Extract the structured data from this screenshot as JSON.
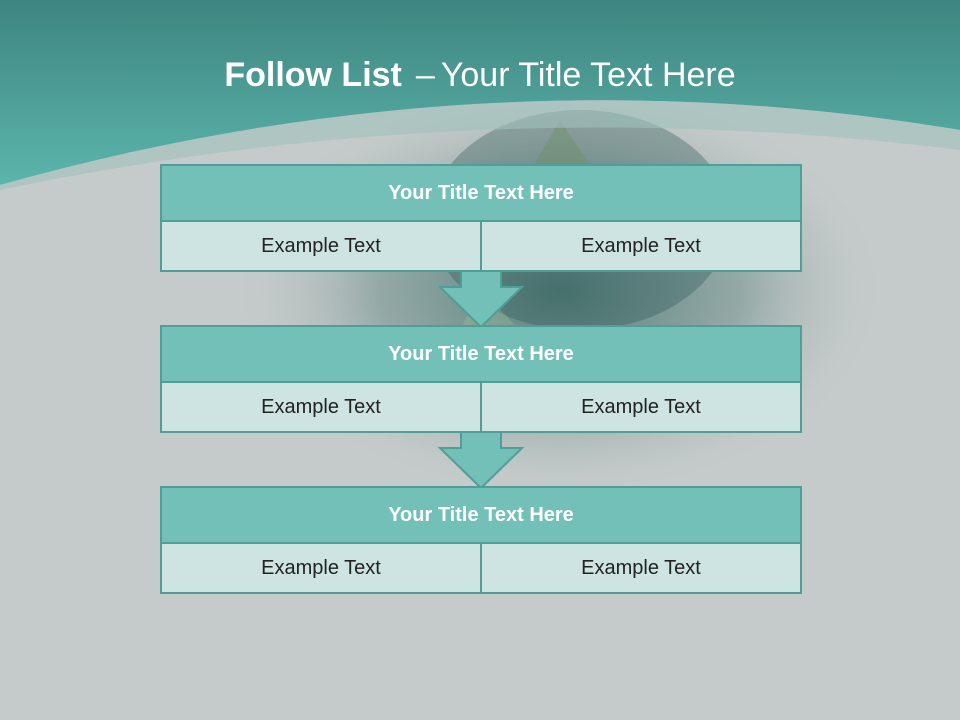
{
  "title": {
    "bold": "Follow List",
    "separator": "–",
    "regular": "Your Title Text Here"
  },
  "colors": {
    "band_top": "#3e8580",
    "band_bottom": "#5bb5ab",
    "background": "#c5cbca",
    "header_fill": "#72c0b8",
    "cell_fill": "#cde4e2",
    "border": "#4f9f98"
  },
  "blocks": [
    {
      "title": "Your Title Text Here",
      "left": "Example Text",
      "right": "Example Text"
    },
    {
      "title": "Your Title Text Here",
      "left": "Example Text",
      "right": "Example Text"
    },
    {
      "title": "Your Title Text Here",
      "left": "Example Text",
      "right": "Example Text"
    }
  ]
}
